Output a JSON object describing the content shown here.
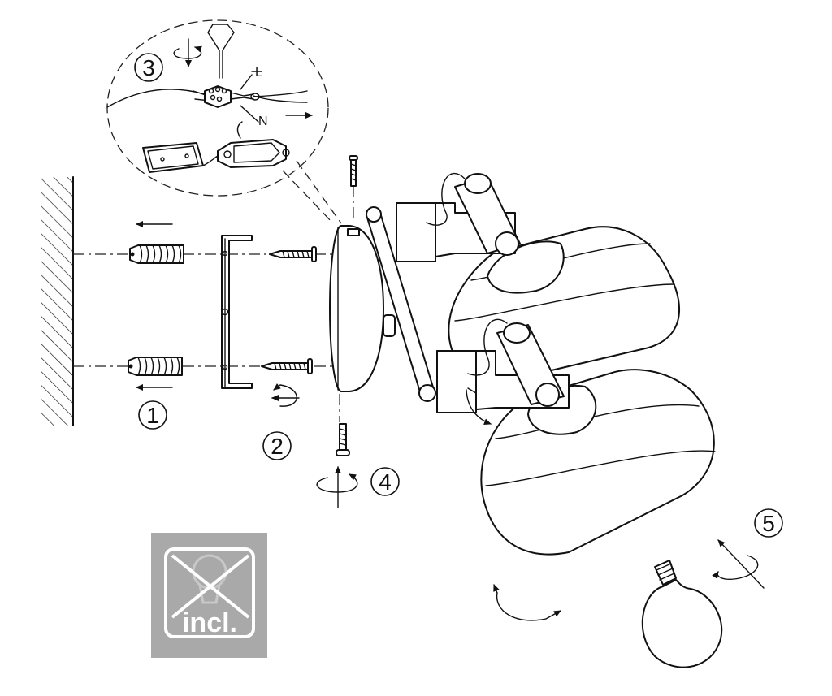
{
  "steps": {
    "step1": "1",
    "step2": "2",
    "step3": "3",
    "step4": "4",
    "step5": "5"
  },
  "wire_labels": {
    "live": "L",
    "neutral": "N"
  },
  "bulb_badge": {
    "text": "incl.",
    "background": "#a9a9a9"
  },
  "colors": {
    "line": "#111111",
    "background": "#ffffff"
  }
}
